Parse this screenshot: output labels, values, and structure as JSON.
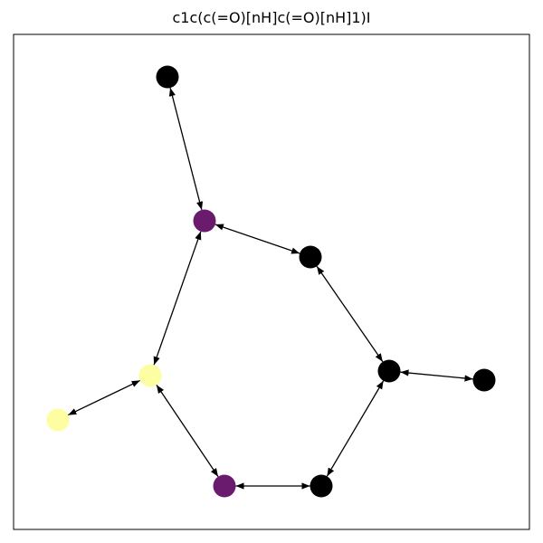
{
  "title": "c1c(c(=O)[nH]c(=O)[nH]1)I",
  "colors": {
    "black": "#000000",
    "purple": "#6a1b6e",
    "yellow": "#fdfea2",
    "frame": "#000000"
  },
  "nodes": [
    {
      "id": "n0",
      "color": "black"
    },
    {
      "id": "n1",
      "color": "purple"
    },
    {
      "id": "n2",
      "color": "black"
    },
    {
      "id": "n3",
      "color": "black"
    },
    {
      "id": "n4",
      "color": "black"
    },
    {
      "id": "n5",
      "color": "black"
    },
    {
      "id": "n6",
      "color": "purple"
    },
    {
      "id": "n7",
      "color": "yellow"
    },
    {
      "id": "n8",
      "color": "yellow"
    }
  ],
  "edges": [
    [
      "n0",
      "n1"
    ],
    [
      "n1",
      "n2"
    ],
    [
      "n2",
      "n3"
    ],
    [
      "n3",
      "n4"
    ],
    [
      "n3",
      "n5"
    ],
    [
      "n5",
      "n6"
    ],
    [
      "n6",
      "n7"
    ],
    [
      "n7",
      "n8"
    ],
    [
      "n7",
      "n1"
    ]
  ]
}
